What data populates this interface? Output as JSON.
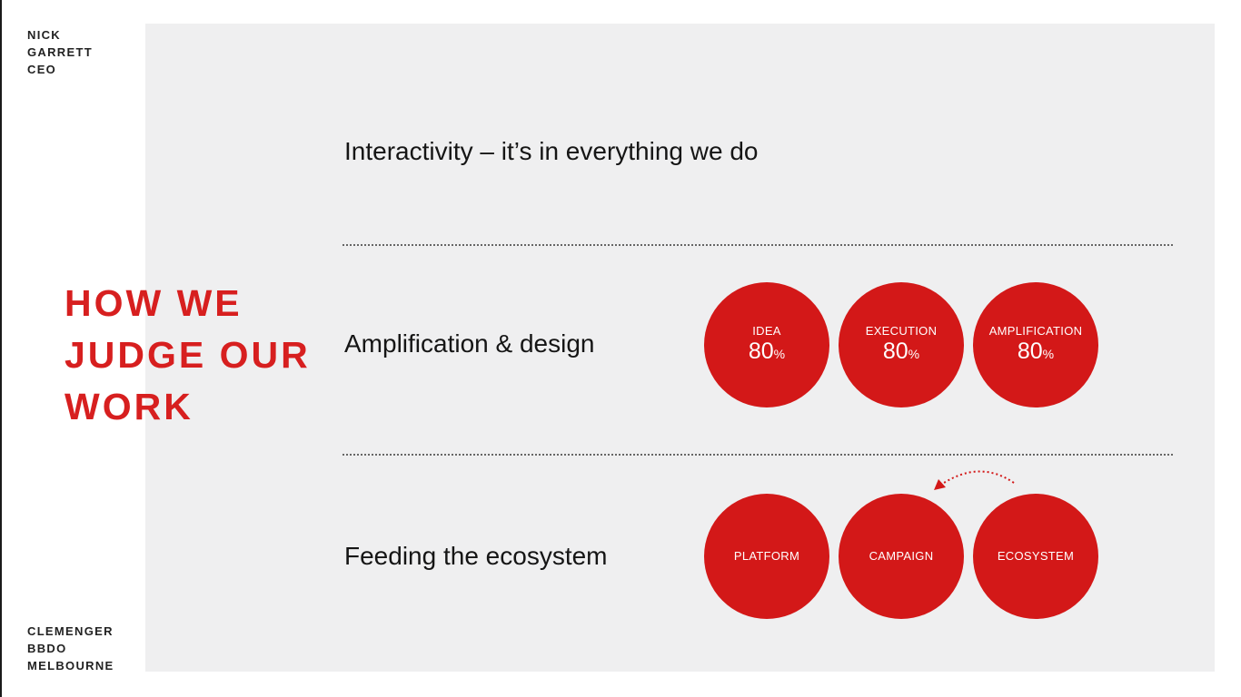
{
  "presenter": {
    "lines": [
      "NICK",
      "GARRETT",
      "CEO"
    ]
  },
  "agency": {
    "lines": [
      "CLEMENGER",
      "BBDO",
      "MELBOURNE"
    ]
  },
  "title": {
    "lines": [
      "HOW WE",
      "JUDGE OUR",
      "WORK"
    ]
  },
  "rows": [
    {
      "label": "Interactivity – it’s in everything we do"
    },
    {
      "label": "Amplification & design",
      "circles": [
        {
          "label": "IDEA",
          "value": "80",
          "unit": "%"
        },
        {
          "label": "EXECUTION",
          "value": "80",
          "unit": "%"
        },
        {
          "label": "AMPLIFICATION",
          "value": "80",
          "unit": "%"
        }
      ]
    },
    {
      "label": "Feeding the ecosystem",
      "circles": [
        {
          "label": "PLATFORM"
        },
        {
          "label": "CAMPAIGN"
        },
        {
          "label": "ECOSYSTEM"
        }
      ]
    }
  ],
  "colors": {
    "accent": "#d31818",
    "panel": "#efeff0"
  },
  "icons": {
    "feedback_arrow": "curved-dotted-arrow-icon"
  }
}
